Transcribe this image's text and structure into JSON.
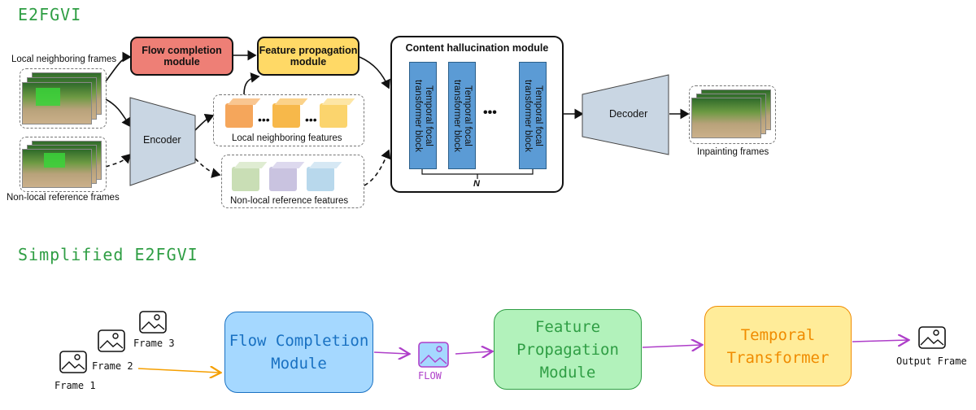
{
  "top": {
    "title": "E2FGVI",
    "labels": {
      "local_frames": "Local neighboring frames",
      "nonlocal_frames": "Non-local reference frames",
      "encoder": "Encoder",
      "flow_completion": "Flow completion module",
      "feature_propagation": "Feature propagation module",
      "local_features": "Local neighboring features",
      "nonlocal_features": "Non-local reference features",
      "content_hallucination": "Content hallucination module",
      "transformer_block": "Temporal focal transformer block",
      "ellipsis": "•••",
      "n_label": "N",
      "decoder": "Decoder",
      "inpainting_frames": "Inpainting frames"
    },
    "colors": {
      "flow_completion": "#ee7f76",
      "feature_propagation": "#ffd966",
      "transformer": "#5b9bd5",
      "encoder": "#c9d6e3",
      "cube_local": [
        "#f5a65b",
        "#f7b84a",
        "#fbd46d"
      ],
      "cube_nonlocal": [
        "#c9deb5",
        "#c9c3e0",
        "#b8d8ec"
      ]
    }
  },
  "bottom": {
    "title": "Simplified E2FGVI",
    "labels": {
      "frame1": "Frame 1",
      "frame2": "Frame 2",
      "frame3": "Frame 3",
      "flow_completion": "Flow Completion Module",
      "flow": "FLOW",
      "feature_propagation": "Feature Propagation Module",
      "temporal_transformer": "Temporal Transformer",
      "output_frame": "Output Frame"
    },
    "colors": {
      "flow_box": "#a5d8ff",
      "flow_text": "#1971c2",
      "feature_box": "#b2f2bb",
      "feature_text": "#2f9e44",
      "transformer_box": "#ffec99",
      "transformer_text": "#f08c00",
      "arrow_purple": "#ae3ec9",
      "arrow_orange": "#f59f00"
    },
    "icons": [
      "image-icon"
    ]
  }
}
